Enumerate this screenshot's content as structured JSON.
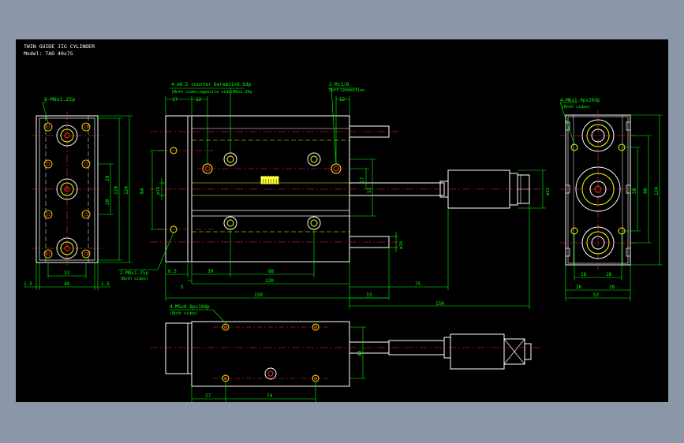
{
  "title": {
    "line1": "TWIN GUIDE JIG CYLINDER",
    "line2": "Model: TAD 40x75"
  },
  "colors": {
    "background": "#000000",
    "outline": "#ffffff",
    "dimension": "#00ff00",
    "centerline": "#ff2a2a",
    "hidden": "#ffff00",
    "frame": "#8b97a8",
    "label": "#ffff33"
  },
  "callouts": {
    "left_holes": "8-M6x1.25p",
    "top_holes": "4-ø6.5  counter boreø11x6.5dp",
    "top_holes_note": "(Both sides,opposite side)M8x1.25p",
    "port": "2-Rc1/8",
    "port_note": "Port Connection",
    "right_holes": "4-M6x1.0px20dp",
    "right_holes_note": "(Both sides)",
    "bottom_left": "2-M8x1.25p",
    "bottom_left_note": "(Both sides)",
    "bottom_view": "4-M5x0.8px10dp",
    "bottom_view_note": "(Both sides)"
  },
  "dims": {
    "left": {
      "d20a": "20",
      "d20b": "20",
      "d120": "120",
      "d124": "124",
      "d32": "32",
      "d49": "49",
      "d15a": "1.5",
      "d15b": "1.5"
    },
    "front": {
      "d17a": "17",
      "d12a": "12",
      "d12b": "12",
      "d64": "64",
      "d16a": "ø16",
      "d16b": "ø16",
      "d17b": "17",
      "d52": "52",
      "d32": "ø32",
      "d65": "6.5",
      "d5": "5",
      "d30": "30",
      "d88": "88",
      "d120": "120",
      "d75": "75",
      "d150": "150",
      "d33": "33",
      "d150b": "150"
    },
    "right": {
      "d90": "90",
      "d124": "124",
      "d58": "58",
      "d18a": "18",
      "d18b": "18",
      "d26a": "26",
      "d26b": "26",
      "d52": "52"
    },
    "bottom": {
      "d40": "40",
      "d27": "27",
      "d74": "74"
    }
  },
  "badge": "||||||||"
}
